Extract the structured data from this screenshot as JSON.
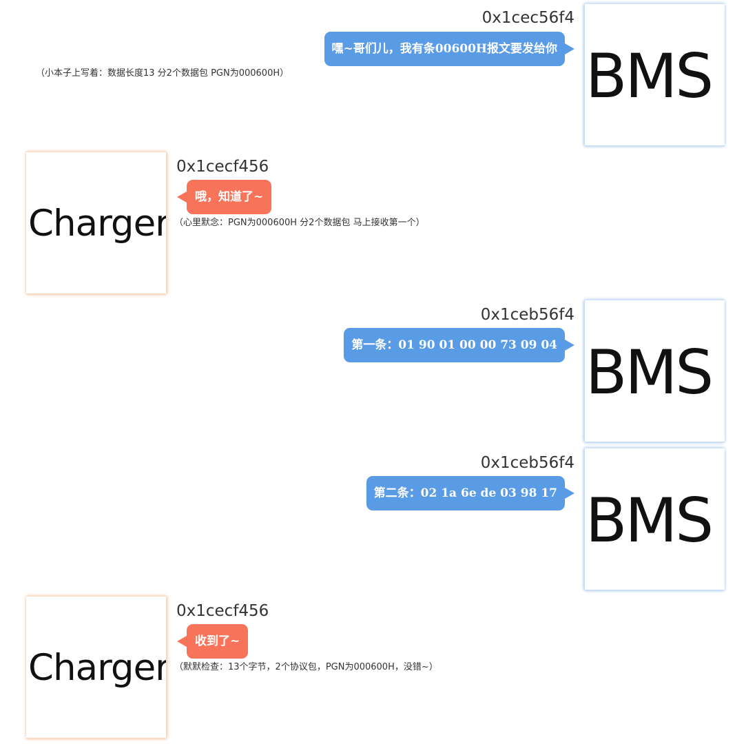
{
  "messages": [
    {
      "sender": "BMS",
      "hex_id": "0x1cec56f4",
      "text": "嘿~哥们儿，我有条00600H报文要发给你",
      "note": "（小本子上写着：数据长度13  分2个数据包  PGN为000600H）"
    },
    {
      "sender": "Charger",
      "hex_id": "0x1cecf456",
      "text": "哦，知道了~",
      "note": "（心里默念：PGN为000600H  分2个数据包  马上接收第一个）"
    },
    {
      "sender": "BMS",
      "hex_id": "0x1ceb56f4",
      "text": "第一条：01  90  01  00  00  73  09  04",
      "note": ""
    },
    {
      "sender": "BMS",
      "hex_id": "0x1ceb56f4",
      "text": "第二条：02  1a  6e  de  03  98  17",
      "note": ""
    },
    {
      "sender": "Charger",
      "hex_id": "0x1cecf456",
      "text": "收到了~",
      "note": "（默默检查：13个字节，2个协议包，PGN为000600H，没错~）"
    }
  ],
  "colors": {
    "bms_bubble": "#5a9be6",
    "charger_bubble": "#f7745a",
    "bms_avatar_glow": "#78aae6",
    "charger_avatar_glow": "#f5aa6e"
  }
}
